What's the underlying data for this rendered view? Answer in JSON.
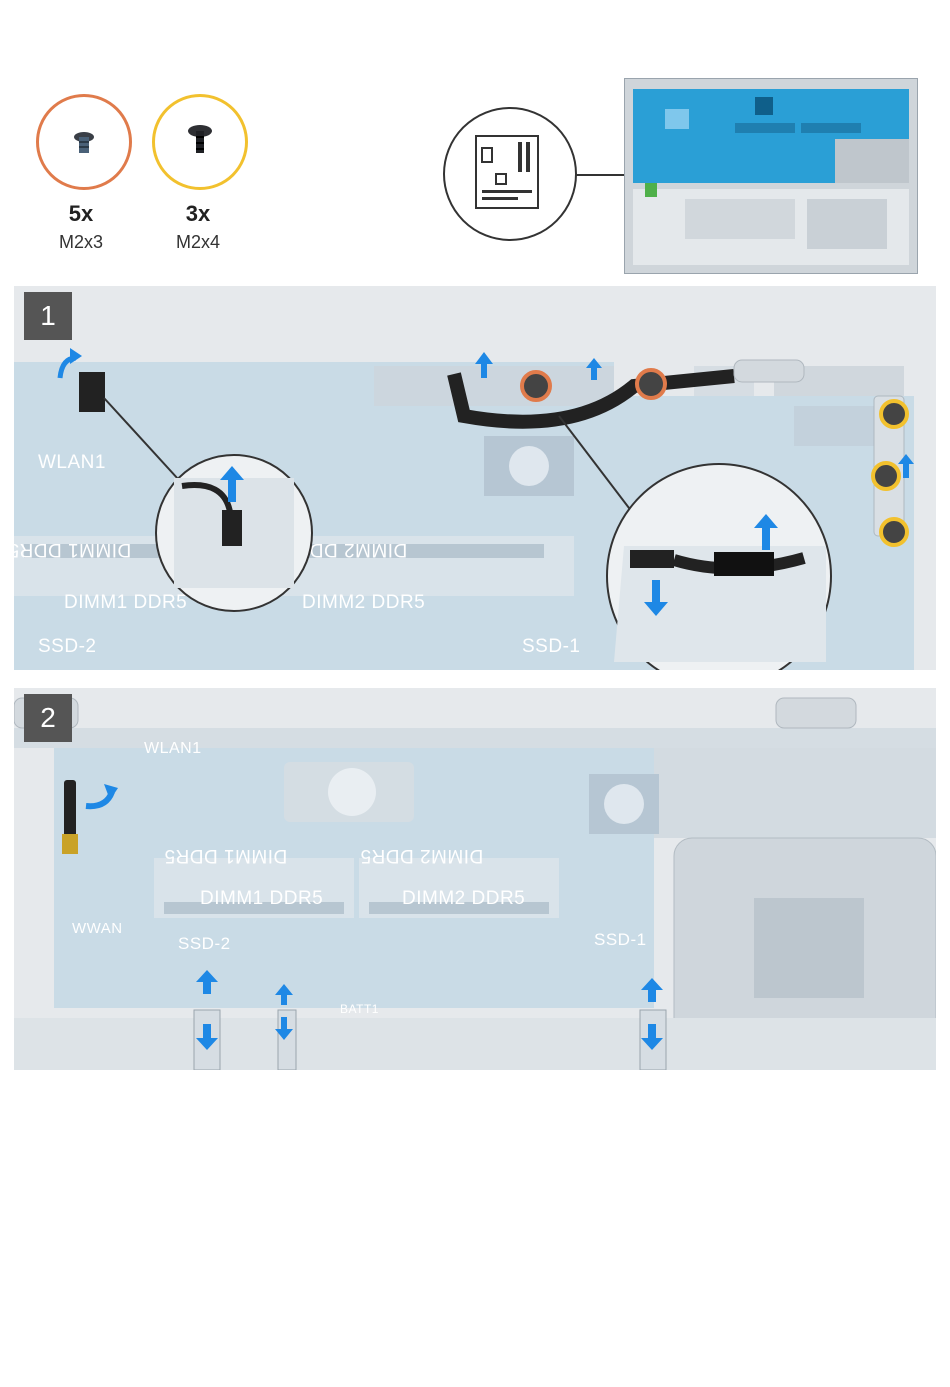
{
  "screws": [
    {
      "count": "5x",
      "size": "M2x3",
      "ring_color": "#e07b4b"
    },
    {
      "count": "3x",
      "size": "M2x4",
      "ring_color": "#f2c12e"
    }
  ],
  "steps": [
    {
      "number": "1"
    },
    {
      "number": "2"
    }
  ],
  "board_labels": {
    "wlan": "WLAN1",
    "wwan": "WWAN",
    "dimm1": "DIMM1 DDR5",
    "dimm2": "DIMM2 DDR5",
    "ssd2": "SSD-2",
    "ssd1": "SSD-1",
    "batt": "BATT1"
  },
  "colors": {
    "board": "#2a9fd6",
    "board_faded": "#c9dbe6",
    "arrow": "#1e88e5",
    "step_badge": "#555555"
  }
}
